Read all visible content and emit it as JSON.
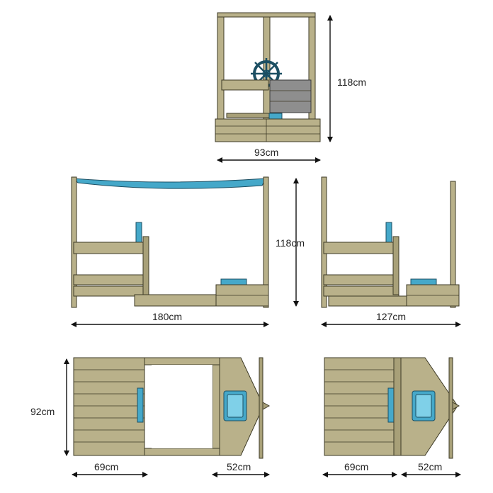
{
  "front_view": {
    "height_label": "118cm",
    "width_label": "93cm"
  },
  "side_view_long": {
    "width_label": "180cm",
    "height_label": "118cm"
  },
  "side_view_short": {
    "width_label": "127cm"
  },
  "top_view_left": {
    "depth_label": "92cm",
    "sandbox_label": "69cm",
    "bow_label": "52cm"
  },
  "top_view_right": {
    "sandbox_label": "69cm",
    "bow_label": "52cm"
  },
  "colors": {
    "wood": "#b9b18a",
    "canopy": "#45a8c9",
    "bench_grey": "#8e8e8e",
    "outline": "#3d3a26"
  }
}
